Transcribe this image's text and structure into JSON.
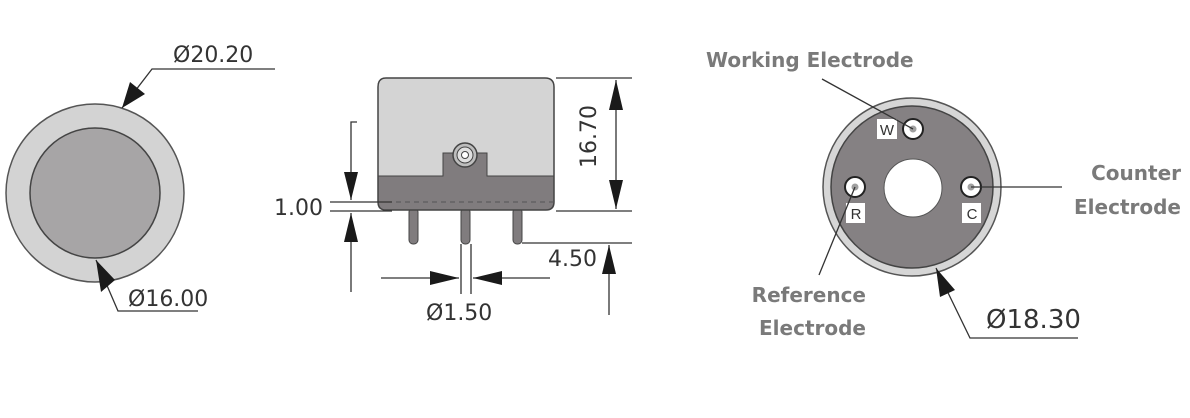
{
  "colors": {
    "outer_ring": "#d3d3d3",
    "inner_face": "#a7a5a6",
    "body_light": "#d4d4d4",
    "body_dark": "#807c7e",
    "face_dark": "#858183",
    "label_gray": "#7a7a7a",
    "outline": "#333333"
  },
  "top_view": {
    "outer_diameter": "Ø20.20",
    "inner_diameter": "Ø16.00"
  },
  "side_view": {
    "height": "16.70",
    "flange": "1.00",
    "pin_length": "4.50",
    "pin_diameter": "Ø1.50"
  },
  "bottom_view": {
    "diameter": "Ø18.30",
    "pins": [
      {
        "letter": "W",
        "name": "Working Electrode"
      },
      {
        "letter": "R",
        "name": "Reference Electrode"
      },
      {
        "letter": "C",
        "name": "Counter Electrode"
      }
    ],
    "labels": {
      "working": "Working Electrode",
      "reference_line1": "Reference",
      "reference_line2": "Electrode",
      "counter_line1": "Counter",
      "counter_line2": "Electrode"
    }
  }
}
